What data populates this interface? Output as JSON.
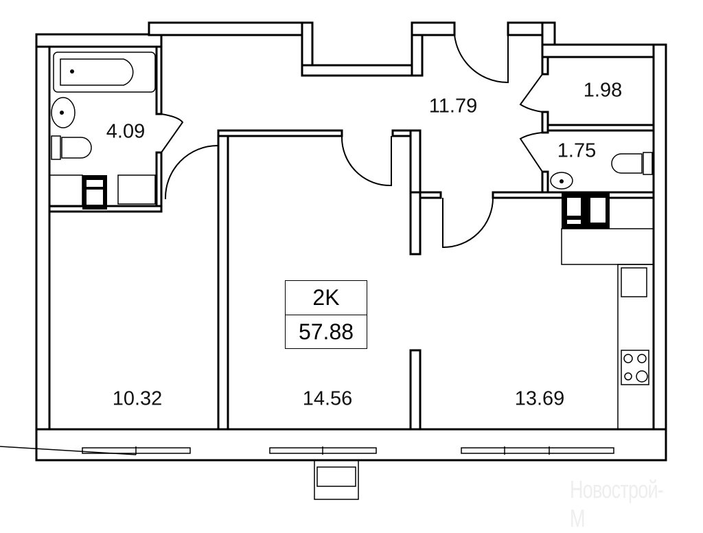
{
  "apartment": {
    "type": "2K",
    "total_area": "57.88"
  },
  "rooms": {
    "bathroom": "4.09",
    "hall": "11.79",
    "storage": "1.98",
    "wc": "1.75",
    "bedroom_left": "10.32",
    "bedroom_middle": "14.56",
    "kitchen_living": "13.69"
  },
  "watermark": "Новострой-М"
}
